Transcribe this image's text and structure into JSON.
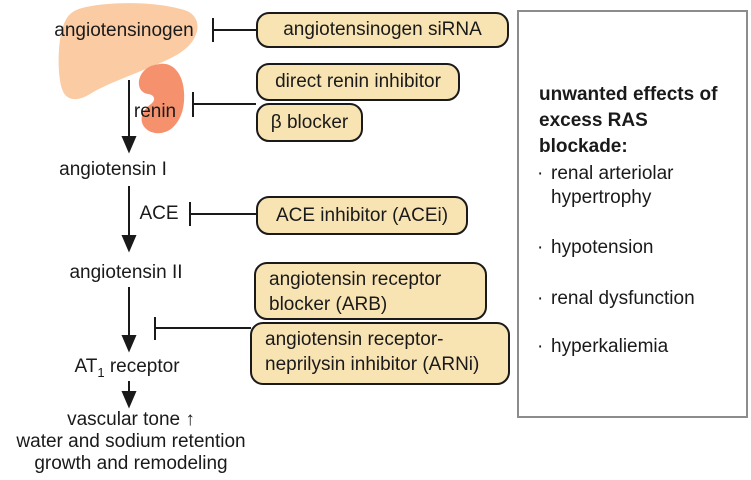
{
  "colors": {
    "drug_box_fill": "#f8e3b3",
    "drug_box_border": "#1a1a1a",
    "liver_blob": "#fbcba4",
    "kidney_blob": "#f5916c",
    "panel_border": "#8c8c8c",
    "line_color": "#1a1a1a",
    "text": "#1a1a1a"
  },
  "pathway": {
    "angiotensinogen": "angiotensinogen",
    "renin": "renin",
    "angiotensin_i": "angiotensin I",
    "ace": "ACE",
    "angiotensin_ii": "angiotensin II",
    "at1_prefix": "AT",
    "at1_subscript": "1",
    "at1_suffix": "receptor",
    "outcome_lines": [
      "vascular tone ↑",
      "water and sodium retention",
      "growth and remodeling"
    ]
  },
  "drugs": {
    "sirna": "angiotensinogen siRNA",
    "renin_inhibitor": "direct renin inhibitor",
    "beta_blocker": "β blocker",
    "ace_inhibitor": "ACE inhibitor (ACEi)",
    "arb": "angiotensin receptor\nblocker (ARB)",
    "arni": "angiotensin receptor-\nneprilysin inhibitor (ARNi)"
  },
  "side_panel": {
    "title": "unwanted effects of excess RAS blockade:",
    "bullet_glyph": "·",
    "bullets": [
      "renal arteriolar hypertrophy",
      "hypotension",
      "renal dysfunction",
      "hyperkaliemia"
    ]
  }
}
